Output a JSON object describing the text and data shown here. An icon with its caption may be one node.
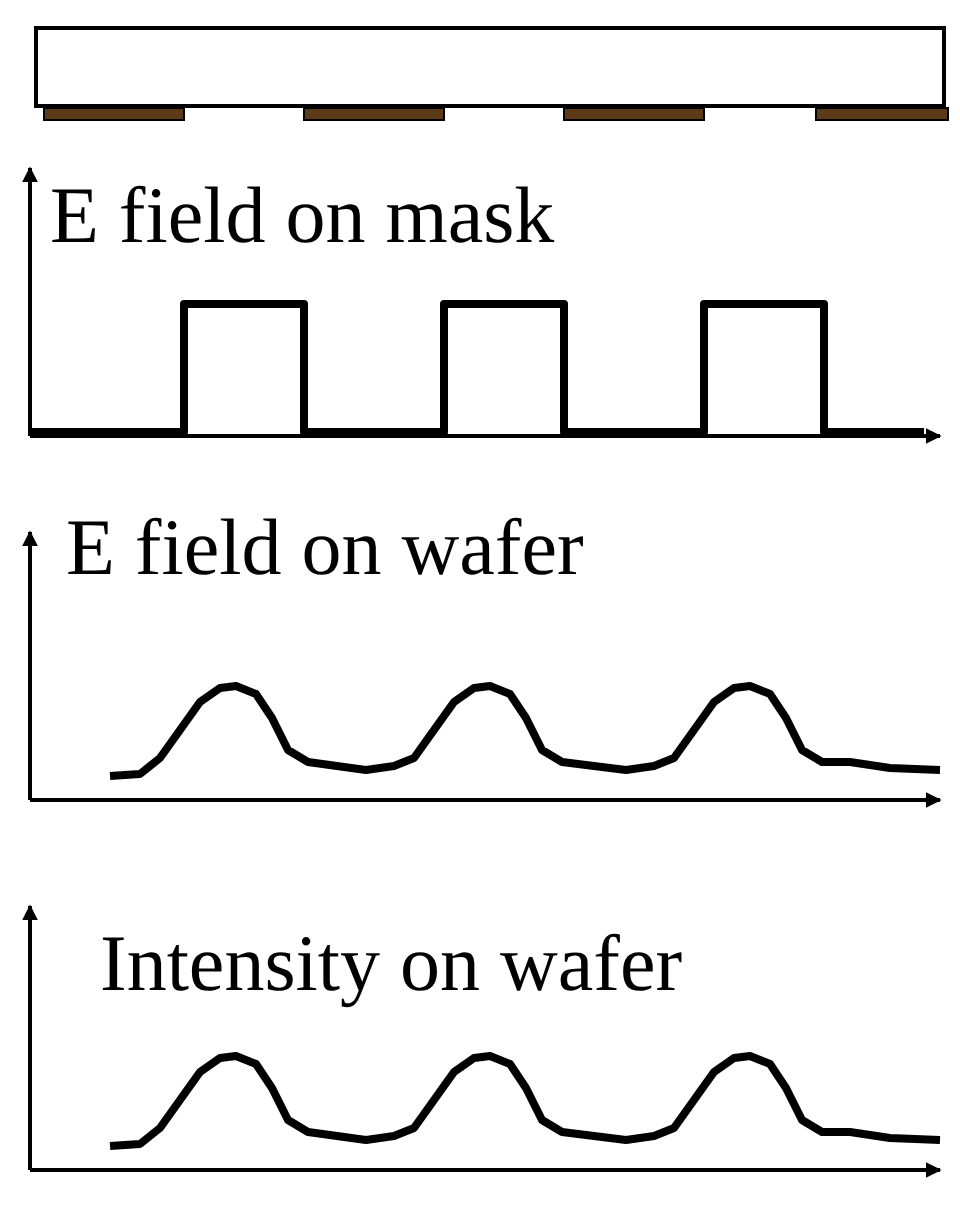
{
  "diagram": {
    "labels": [
      "E field on mask",
      "E field on wafer",
      "Intensity on wafer"
    ]
  }
}
